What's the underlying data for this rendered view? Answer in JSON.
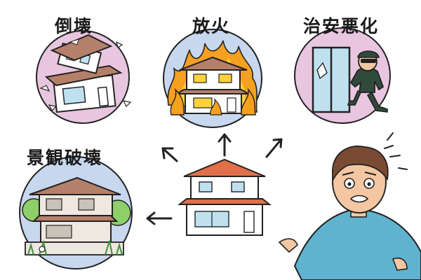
{
  "labels": {
    "collapse": "倒壊",
    "arson": "放火",
    "crime": "治安悪化",
    "scenery": "景観破壊"
  },
  "colors": {
    "pink_circle": "#e9c6e0",
    "blue_circle": "#c7d7ee",
    "roof": "#e0704a",
    "ruined_roof": "#b5806a",
    "fire": "#f5a020",
    "fire_inner": "#ffd23a",
    "shirt": "#5fb3cf",
    "skin": "#f4c7a2",
    "hair": "#7b4a32",
    "thief_shirt": "#2f4a3a"
  },
  "icons": [
    "collapsed-house-icon",
    "burning-house-icon",
    "burglar-icon",
    "ruined-house-icon",
    "vacant-house-icon",
    "worried-man-icon",
    "arrow-icon"
  ]
}
